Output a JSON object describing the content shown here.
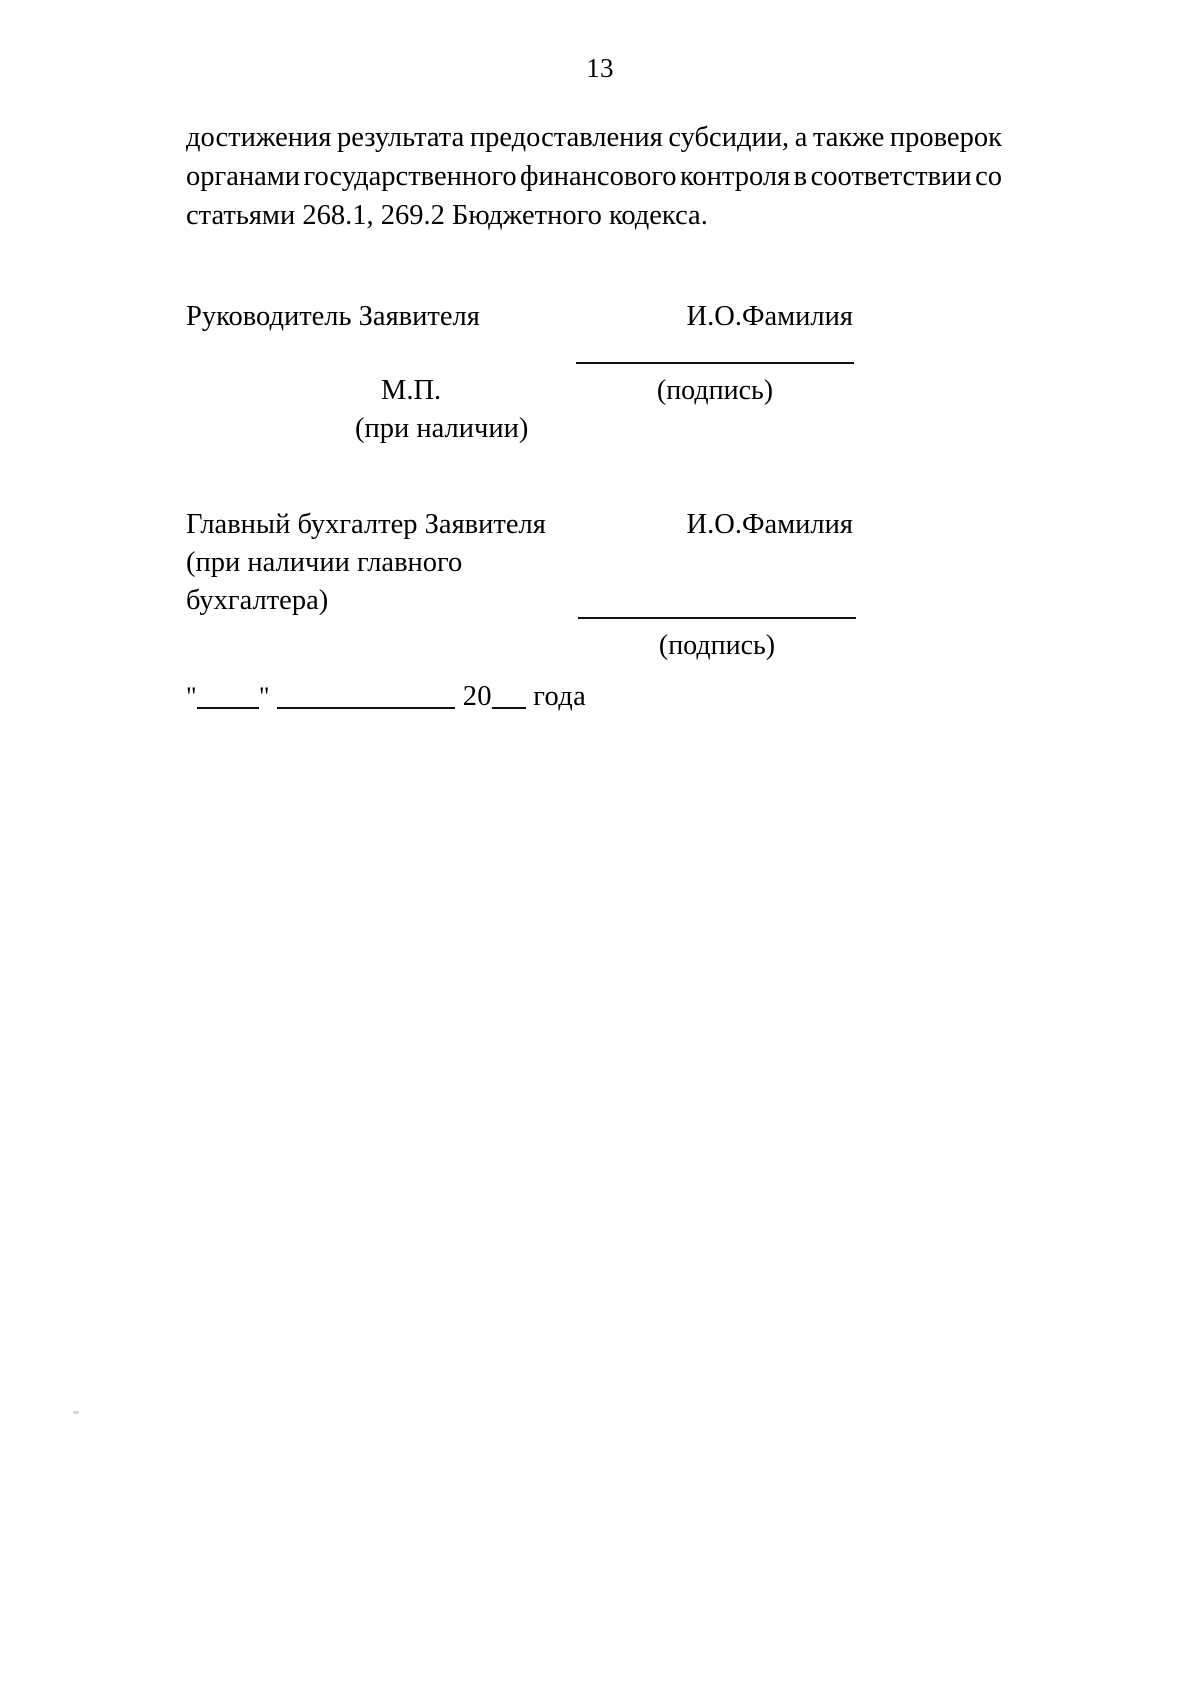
{
  "document": {
    "page_number": "13",
    "language": "ru"
  },
  "body": {
    "line_1_words": [
      "достижения",
      "результата",
      "предоставления",
      "субсидии,",
      "а",
      "также",
      "проверок"
    ],
    "line_2_words": [
      "органами",
      "государственного",
      "финансового",
      "контроля",
      "в",
      "соответствии",
      "со"
    ],
    "line_3": "статьями 268.1, 269.2 Бюджетного кодекса.",
    "full_text": "достижения результата предоставления субсидии, а также проверок органами государственного финансового контроля в соответствии со статьями 268.1, 269.2 Бюджетного кодекса."
  },
  "signature_block_1": {
    "role": "Руководитель Заявителя",
    "name_placeholder": "И.О.Фамилия",
    "signature_caption": "(подпись)",
    "stamp_mark": "М.П.",
    "stamp_note": "(при наличии)"
  },
  "signature_block_2": {
    "role_line_1": "Главный бухгалтер Заявителя",
    "role_line_2": "(при наличии главного",
    "role_line_3": "бухгалтера)",
    "name_placeholder": "И.О.Фамилия",
    "signature_caption": "(подпись)"
  },
  "date_line": {
    "quote_open": "\"",
    "quote_close": "\"",
    "year_prefix": "20",
    "year_suffix_label": "года",
    "full_text": "\"____\" ____________ 20__ года"
  },
  "colors": {
    "page_background": "#ffffff",
    "text": "#000000",
    "rule": "#111111"
  }
}
